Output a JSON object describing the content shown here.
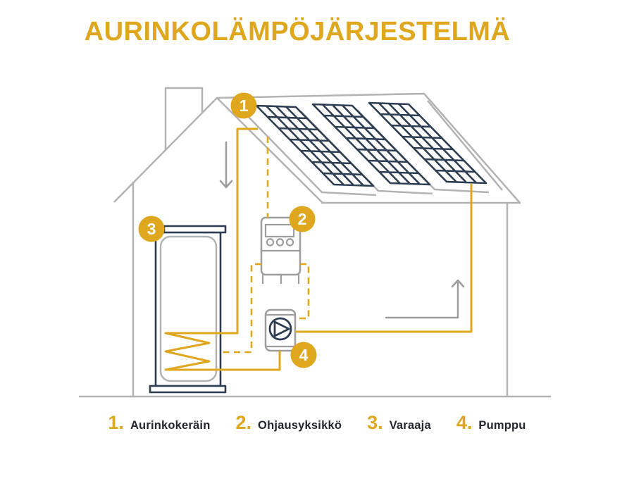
{
  "title": "AURINKOLÄMPÖJÄRJESTELMÄ",
  "colors": {
    "gold": "#DFA71E",
    "navy": "#2E3E52",
    "gray_light": "#B3B3B3",
    "gray_mid": "#9D9D9D",
    "text_dark": "#22262E",
    "background": "#FFFFFF"
  },
  "markers": [
    "1",
    "2",
    "3",
    "4"
  ],
  "legend": [
    {
      "number": "1.",
      "label": "Aurinkokeräin"
    },
    {
      "number": "2.",
      "label": "Ohjausyksikkö"
    },
    {
      "number": "3.",
      "label": "Varaaja"
    },
    {
      "number": "4.",
      "label": "Pumppu"
    }
  ]
}
